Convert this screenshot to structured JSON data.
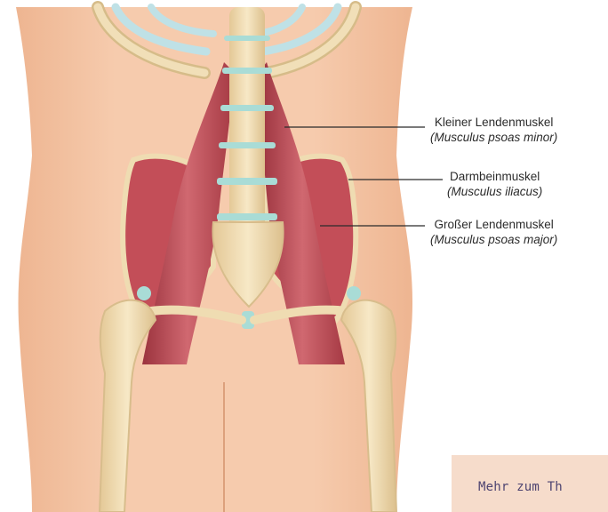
{
  "labels": [
    {
      "german": "Kleiner Lendenmuskel",
      "latin": "(Musculus psoas minor)"
    },
    {
      "german": "Darmbeinmuskel",
      "latin": "(Musculus iliacus)"
    },
    {
      "german": "Großer Lendenmuskel",
      "latin": "(Musculus psoas major)"
    }
  ],
  "more_link": {
    "label": "Mehr zum Th"
  },
  "colors": {
    "skin": "#f3c4a3",
    "skin_shadow": "#e9ad87",
    "bone": "#efdcb2",
    "bone_shadow": "#d8bd8c",
    "cartilage": "#a9dcd6",
    "muscle": "#b8454e",
    "muscle_light": "#d77178",
    "teaser_bg": "#f6dccb",
    "teaser_text": "#4d4370"
  }
}
